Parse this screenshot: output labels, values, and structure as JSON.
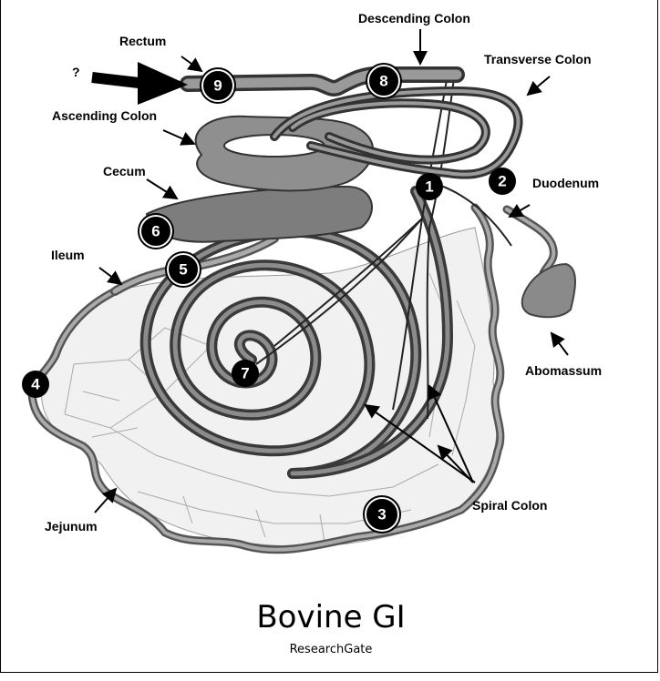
{
  "title": "Bovine GI",
  "subtitle": "ResearchGate",
  "labels": {
    "rectum": "Rectum",
    "question": "?",
    "descending_colon": "Descending Colon",
    "transverse_colon": "Transverse Colon",
    "ascending_colon": "Ascending Colon",
    "cecum": "Cecum",
    "duodenum": "Duodenum",
    "ileum": "Ileum",
    "abomassum": "Abomassum",
    "spiral_colon": "Spiral Colon",
    "jejunum": "Jejunum"
  },
  "markers": [
    "1",
    "2",
    "3",
    "4",
    "5",
    "6",
    "7",
    "8",
    "9"
  ]
}
